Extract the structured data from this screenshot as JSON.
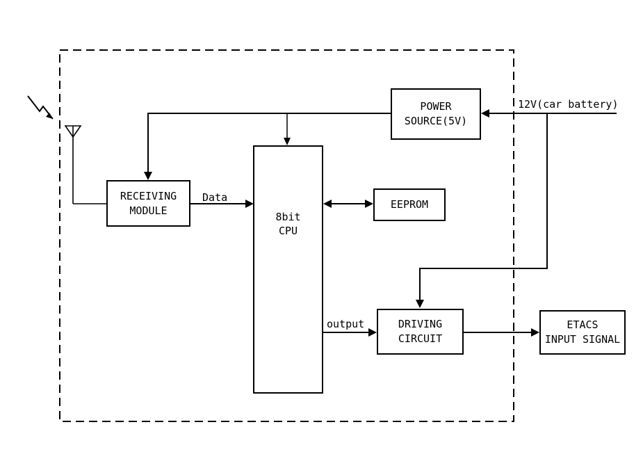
{
  "blocks": {
    "power_source": {
      "line1": "POWER",
      "line2": "SOURCE(5V)"
    },
    "receiving_module": {
      "line1": "RECEIVING",
      "line2": "MODULE"
    },
    "cpu": {
      "line1": "8bit",
      "line2": "CPU"
    },
    "eeprom": {
      "line1": "EEPROM"
    },
    "driving_circuit": {
      "line1": "DRIVING",
      "line2": "CIRCUIT"
    },
    "etacs_input": {
      "line1": "ETACS",
      "line2": "INPUT SIGNAL"
    }
  },
  "labels": {
    "supply": "12V(car battery)",
    "data": "Data",
    "output": "output"
  }
}
